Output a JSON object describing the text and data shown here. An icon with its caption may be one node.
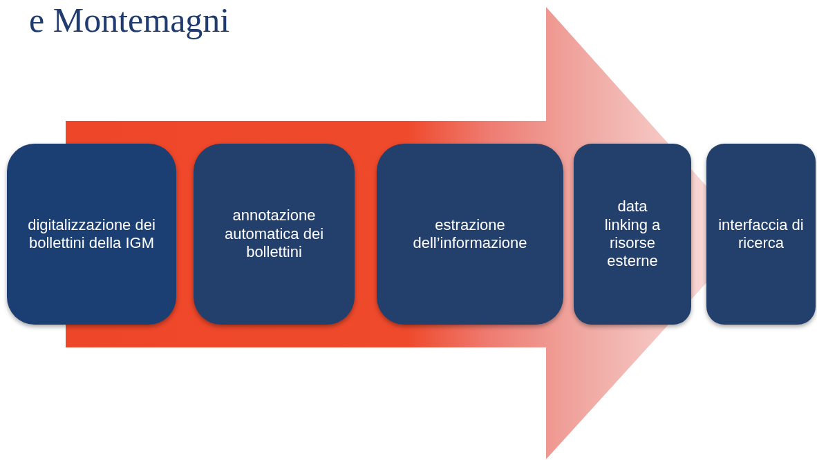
{
  "diagram": {
    "title": "e Montemagni",
    "nodes": [
      {
        "text": [
          "digitalizzazione dei bollettini della IGM"
        ]
      },
      {
        "text": [
          "annotazione automatica dei bollettini"
        ]
      },
      {
        "text": [
          "estrazione dell’informazione"
        ]
      },
      {
        "text": [
          "data linking a risorse esterne"
        ]
      },
      {
        "text": [
          "interfaccia di ricerca"
        ]
      }
    ],
    "edges": [
      {
        "from": 0,
        "to": 4,
        "arrow": "to",
        "style": "thick"
      }
    ]
  }
}
